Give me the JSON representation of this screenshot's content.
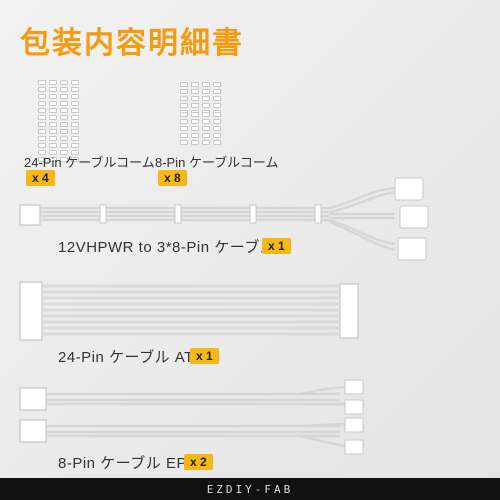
{
  "title": "包装内容明細書",
  "items": {
    "comb24": {
      "label": "24-Pin ケーブルコーム",
      "qty": "x 4"
    },
    "comb8": {
      "label": "8-Pin ケーブルコーム",
      "qty": "x 8"
    },
    "cable12v": {
      "label": "12VHPWR to 3*8-Pin ケーブル",
      "qty": "x 1"
    },
    "cableAtx": {
      "label": "24-Pin ケーブル ATX",
      "qty": "x 1"
    },
    "cableEps": {
      "label": "8-Pin ケーブル EPS",
      "qty": "x 2"
    }
  },
  "brand": "EZDIY-FAB",
  "colors": {
    "accent": "#f39c12",
    "badge": "#f5b818",
    "footer": "#111111"
  }
}
